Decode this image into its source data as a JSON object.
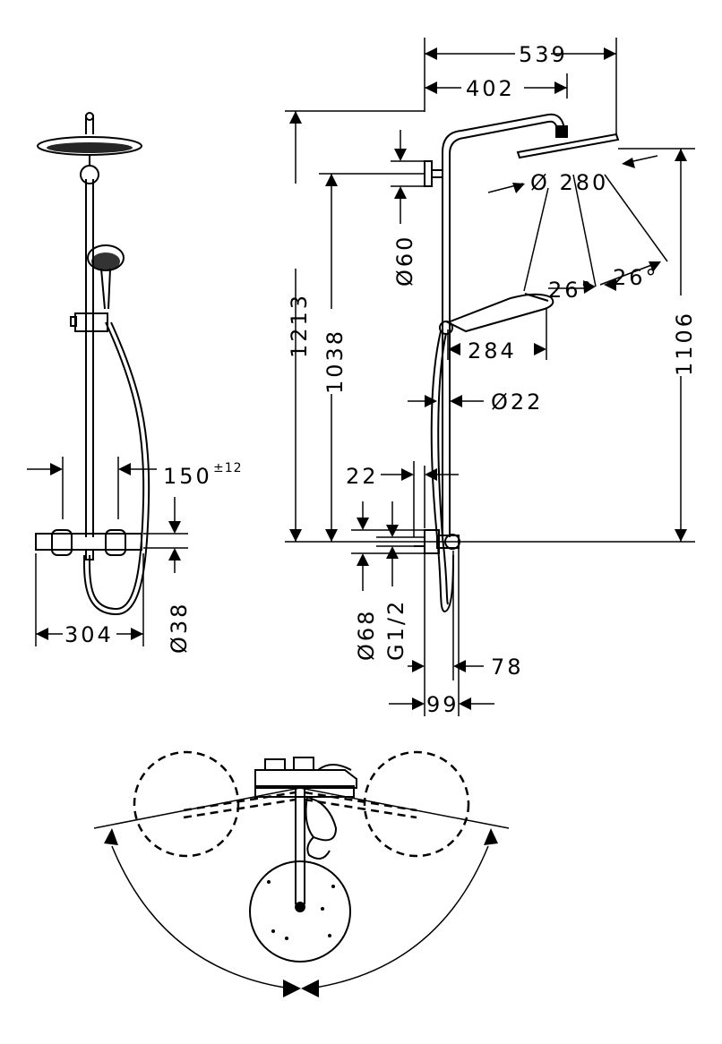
{
  "front_view": {
    "width_label": "304",
    "spacing_label": "150",
    "spacing_tolerance": "±12",
    "pipe_label": "Ø38"
  },
  "side_view": {
    "reach_overall": "539",
    "reach_arm": "402",
    "height_total": "1213",
    "height_bracket": "1038",
    "height_head": "1106",
    "head_diameter": "Ø 280",
    "rose_diameter": "Ø60",
    "angle_a": "26°",
    "angle_b": "26°",
    "hand_reach": "284",
    "rail_diameter": "Ø22",
    "offset": "22",
    "valve_diameter": "Ø68",
    "thread": "G1/2",
    "depth_a": "78",
    "depth_b": "99"
  }
}
